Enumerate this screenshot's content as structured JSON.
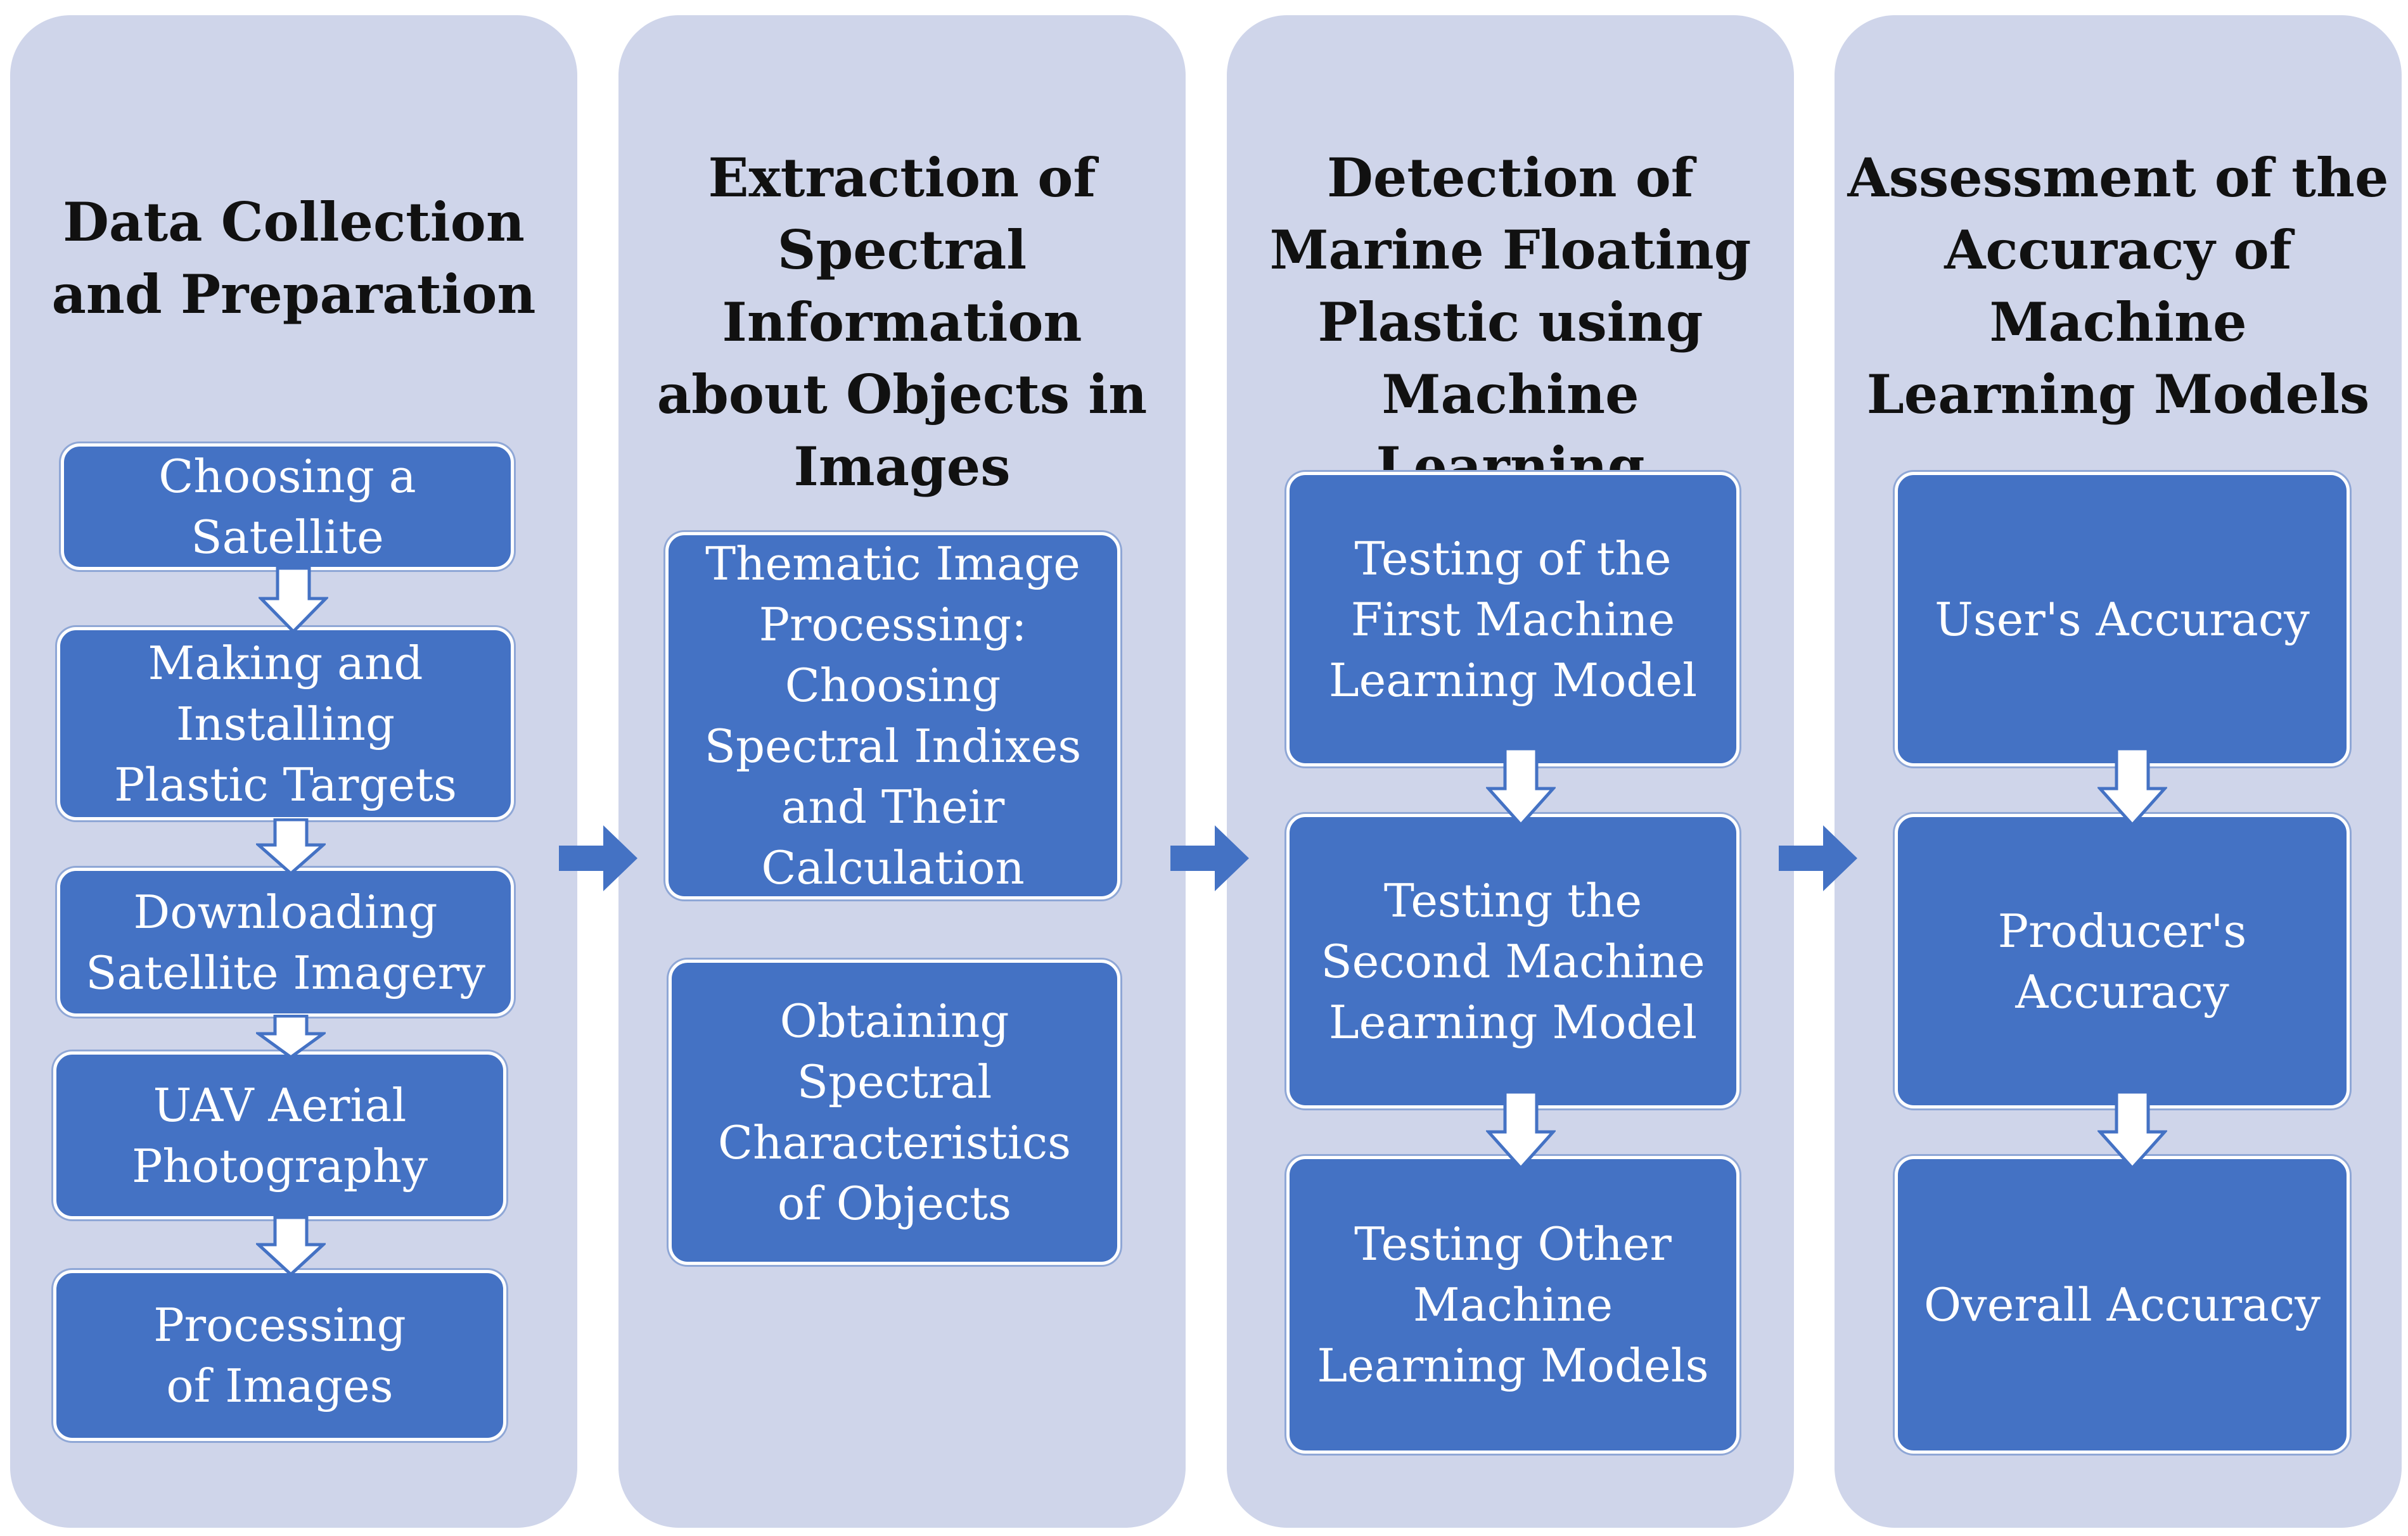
{
  "colors": {
    "panel": "#cfd5ea",
    "step_fill": "#4472c4",
    "step_text": "#ffffff",
    "title_text": "#111111",
    "arrow": "#4472c4"
  },
  "icons": {
    "step_connector": "down-arrow-icon",
    "stage_connector": "right-arrow-icon"
  },
  "columns": [
    {
      "title": "Data Collection and Preparation",
      "steps": [
        "Choosing a Satellite",
        "Making and Installing Plastic Targets",
        "Downloading Satellite Imagery",
        "UAV Aerial Photography",
        "Processing of Images"
      ]
    },
    {
      "title": "Extraction of Spectral Information about Objects in Images",
      "steps": [
        "Thematic Image Processing: Choosing Spectral Indixes and Their Calculation",
        "Obtaining Spectral Characteristics of Objects"
      ]
    },
    {
      "title": "Detection of Marine Floating Plastic using Machine Learning",
      "steps": [
        "Testing of the First Machine Learning Model",
        "Testing the Second Machine Learning Model",
        "Testing Other Machine Learning Models"
      ]
    },
    {
      "title": "Assessment of the Accuracy of Machine Learning Models",
      "steps": [
        "User's Accuracy",
        "Producer's Accuracy",
        "Overall Accuracy"
      ]
    }
  ]
}
